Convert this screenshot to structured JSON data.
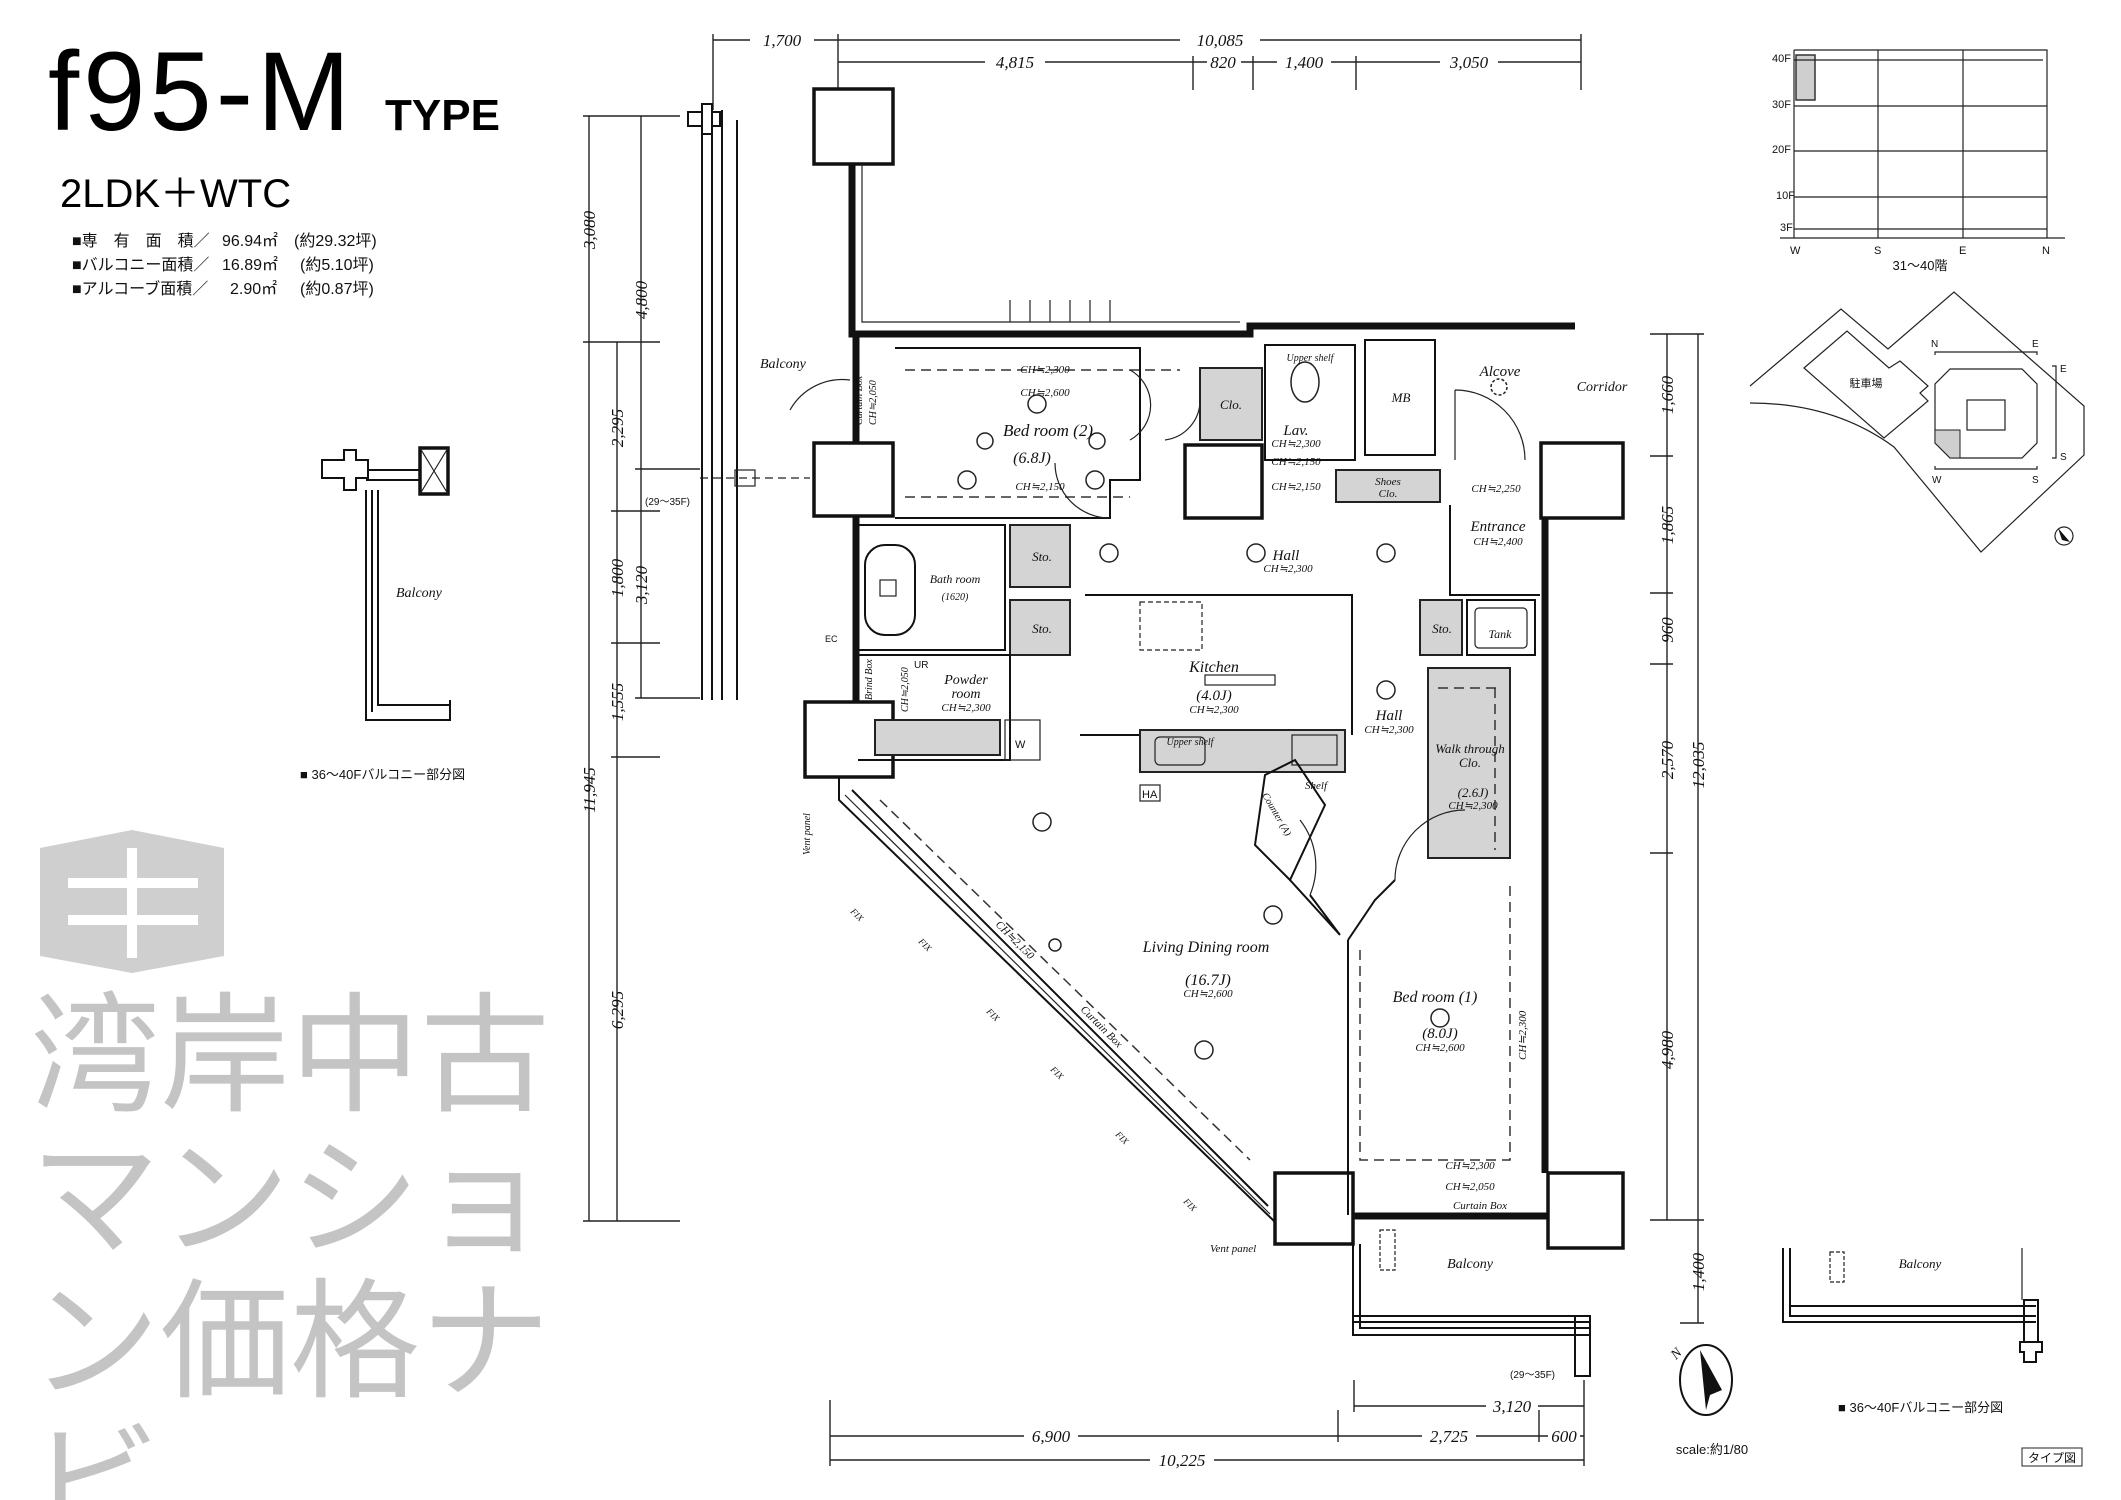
{
  "header": {
    "plan_code": "f95-M",
    "type_label": "TYPE",
    "layout": "2LDK＋WTC",
    "areas": [
      {
        "label": "■専　有　面　積／",
        "value": "96.94㎡",
        "tsubo": "(約29.32坪)"
      },
      {
        "label": "■バルコニー面積／",
        "value": "16.89㎡",
        "tsubo": "(約5.10坪)"
      },
      {
        "label": "■アルコーブ面積／",
        "value": "2.90㎡",
        "tsubo": "(約0.87坪)"
      }
    ]
  },
  "watermark": "湾岸中古マンション価格ナビ",
  "rooms": {
    "balcony_nw": "Balcony",
    "curtain_box_v": "Curtain Box",
    "ch_2050_v": "CH≒2,050",
    "bedroom2": "Bed room (2)",
    "bedroom2_size": "(6.8J)",
    "bedroom2_ch_top": "CH≒2,300",
    "bedroom2_ch": "CH≒2,600",
    "bedroom2_ch_low": "CH≒2,150",
    "clo": "Clo.",
    "lav": "Lav.",
    "lav_ch": "CH≒2,300",
    "upper_shelf_lav": "Upper shelf",
    "ch_2150_a": "CH≒2,150",
    "ch_2150_b": "CH≒2,150",
    "mb": "MB",
    "alcove": "Alcove",
    "corridor": "Corridor",
    "shoes_clo_1": "Shoes",
    "shoes_clo_2": "Clo.",
    "ch_2250": "CH≒2,250",
    "entrance": "Entrance",
    "entrance_ch": "CH≒2,400",
    "sto_1": "Sto.",
    "hall_1": "Hall",
    "hall_1_ch": "CH≒2,300",
    "bath": "Bath room",
    "bath_size": "(1620)",
    "sto_2": "Sto.",
    "sto_3": "Sto.",
    "tank": "Tank",
    "kitchen": "Kitchen",
    "kitchen_size": "(4.0J)",
    "kitchen_ch": "CH≒2,300",
    "hall_2": "Hall",
    "hall_2_ch": "CH≒2,300",
    "powder_1": "Powder",
    "powder_2": "room",
    "powder_ch": "CH≒2,300",
    "wtc_1": "Walk through",
    "wtc_2": "Clo.",
    "wtc_size": "(2.6J)",
    "wtc_ch": "CH≒2,300",
    "brind_box": "Brind Box",
    "brind_ch": "CH≒2,050",
    "upper_shelf_k": "Upper shelf",
    "shelf": "Shelf",
    "counter": "Counter (A)",
    "ha": "HA",
    "ur": "UR",
    "ec": "EC",
    "w": "W",
    "ldr": "Living Dining room",
    "ldr_size": "(16.7J)",
    "ldr_ch": "CH≒2,600",
    "ldr_curtain_ch": "CH≒2,150",
    "ldr_curtain": "Curtain Box",
    "fix": "FIX",
    "bedroom1": "Bed room (1)",
    "bedroom1_size": "(8.0J)",
    "bedroom1_ch": "CH≒2,600",
    "bedroom1_ch_side": "CH≒2,300",
    "vent_panel_1": "Vent panel",
    "vent_panel_2": "Vent panel",
    "bottom_ch_1": "CH≒2,300",
    "bottom_ch_2": "CH≒2,050",
    "bottom_curtain": "Curtain Box",
    "balcony_s": "Balcony",
    "floors_note_1": "(29～35F)",
    "floors_note_2": "(29～35F)"
  },
  "dimensions": {
    "top": {
      "total_left": "1,700",
      "total": "10,085",
      "segments": [
        "4,815",
        "820",
        "1,400",
        "3,050"
      ]
    },
    "left": {
      "outer": [
        "3,080",
        "11,945"
      ],
      "middle": [
        "2,295",
        "1,800",
        "1,555",
        "6,295"
      ],
      "inner": [
        "4,800",
        "3,120"
      ]
    },
    "right": {
      "inner": [
        "1,660",
        "1,865",
        "960",
        "2,570",
        "4,980"
      ],
      "total": "12,035",
      "balcony": "1,400"
    },
    "bottom": {
      "balcony": "3,120",
      "segments": [
        "6,900",
        "2,725",
        "600"
      ],
      "total": "10,225"
    }
  },
  "floor_chart": {
    "floors": [
      "40F",
      "30F",
      "20F",
      "10F",
      "3F"
    ],
    "directions": [
      "W",
      "S",
      "E",
      "N"
    ],
    "caption": "31～40階",
    "highlight": {
      "direction": "W",
      "floors": "31～40"
    }
  },
  "site_map": {
    "parking": "駐車場",
    "labels": [
      "N",
      "E",
      "E",
      "S",
      "W",
      "S"
    ]
  },
  "balcony_detail": {
    "left_label": "Balcony",
    "left_caption": "■ 36～40Fバルコニー部分図",
    "right_label": "Balcony",
    "right_caption": "■ 36～40Fバルコニー部分図"
  },
  "compass_label": "N",
  "scale": "scale:約1/80",
  "type_tag": "タイプ図"
}
